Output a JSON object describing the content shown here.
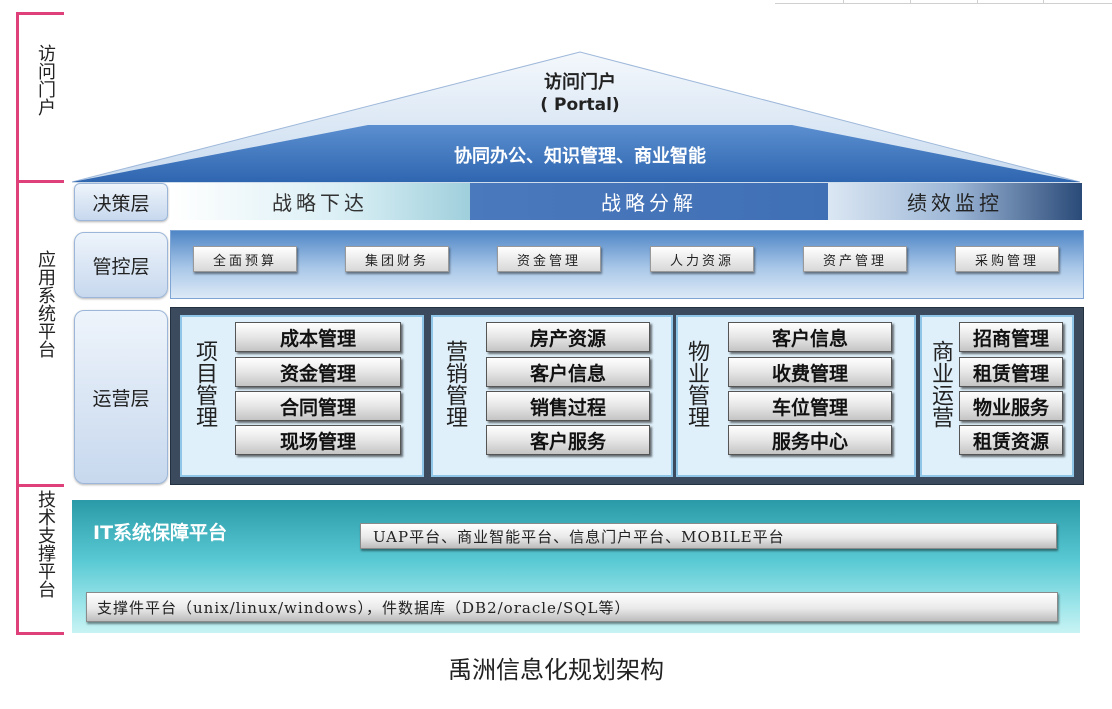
{
  "side_labels": {
    "access": "访问门户",
    "app": "应用系统平台",
    "tech": "技术支撑平台"
  },
  "roof": {
    "title": "访问门户",
    "subtitle": "( Portal)",
    "band": "协同办公、知识管理、商业智能"
  },
  "decision": {
    "label": "决策层",
    "segments": [
      "战略下达",
      "战略分解",
      "绩效监控"
    ]
  },
  "control": {
    "label": "管控层",
    "items": [
      "全面预算",
      "集团财务",
      "资金管理",
      "人力资源",
      "资产管理",
      "采购管理"
    ]
  },
  "operation": {
    "label": "运营层",
    "groups": [
      {
        "title": "项目管理",
        "items": [
          "成本管理",
          "资金管理",
          "合同管理",
          "现场管理"
        ]
      },
      {
        "title": "营销管理",
        "items": [
          "房产资源",
          "客户信息",
          "销售过程",
          "客户服务"
        ]
      },
      {
        "title": "物业管理",
        "items": [
          "客户信息",
          "收费管理",
          "车位管理",
          "服务中心"
        ]
      },
      {
        "title": "商业运营",
        "items": [
          "招商管理",
          "租赁管理",
          "物业服务",
          "租赁资源"
        ]
      }
    ]
  },
  "tech": {
    "title": "IT系统保障平台",
    "bar1": "UAP平台、商业智能平台、信息门户平台、MOBILE平台",
    "bar2": "支撑件平台（unix/linux/windows），件数据库（DB2/oracle/SQL等）"
  },
  "caption": "禹洲信息化规划架构",
  "colors": {
    "bracket": "#e0407a",
    "roof_light": "#dbe7f5",
    "band_blue": "#3f78c0",
    "tech_teal": "#2b9aa8"
  }
}
